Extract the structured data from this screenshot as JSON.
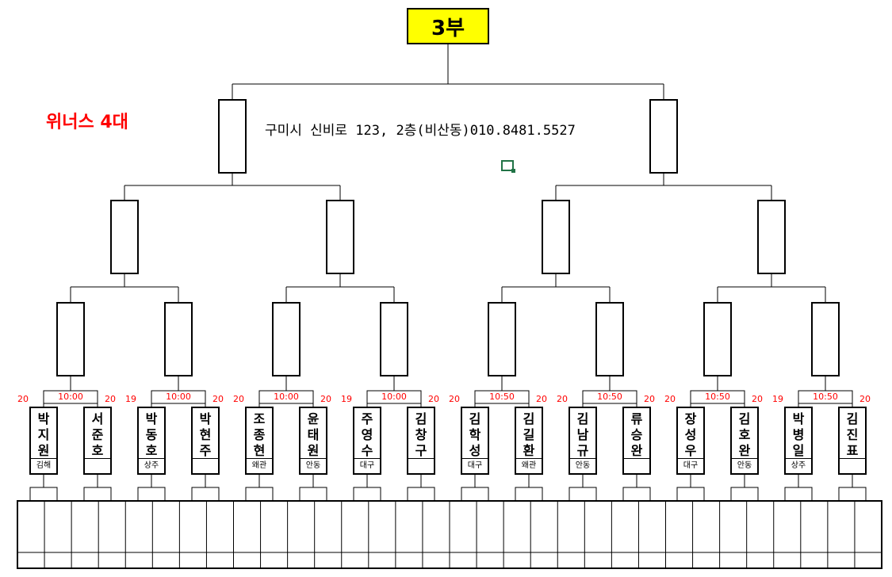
{
  "title": "3부",
  "sponsor": "위너스 4대",
  "address": "구미시 신비로 123, 2층(비산동)010.8481.5527",
  "colors": {
    "title_bg": "#ffff00",
    "sponsor": "#ff0000",
    "seed": "#ff0000",
    "cursor": "#217346"
  },
  "matches": [
    {
      "time": "10:00",
      "left": {
        "name": "박지원",
        "region": "김해",
        "seed": "20"
      },
      "right": {
        "name": "서준호",
        "region": "",
        "seed": "20"
      }
    },
    {
      "time": "10:00",
      "left": {
        "name": "박동호",
        "region": "상주",
        "seed": "19"
      },
      "right": {
        "name": "박현주",
        "region": "",
        "seed": "20"
      }
    },
    {
      "time": "10:00",
      "left": {
        "name": "조종현",
        "region": "왜관",
        "seed": "20"
      },
      "right": {
        "name": "윤태원",
        "region": "안동",
        "seed": "20"
      }
    },
    {
      "time": "10:00",
      "left": {
        "name": "주영수",
        "region": "대구",
        "seed": "19"
      },
      "right": {
        "name": "김창구",
        "region": "",
        "seed": "20"
      }
    },
    {
      "time": "10:50",
      "left": {
        "name": "김학성",
        "region": "대구",
        "seed": "20"
      },
      "right": {
        "name": "김길환",
        "region": "왜관",
        "seed": "20"
      }
    },
    {
      "time": "10:50",
      "left": {
        "name": "김남규",
        "region": "안동",
        "seed": "20"
      },
      "right": {
        "name": "류승완",
        "region": "",
        "seed": "20"
      }
    },
    {
      "time": "10:50",
      "left": {
        "name": "장성우",
        "region": "대구",
        "seed": "20"
      },
      "right": {
        "name": "김호완",
        "region": "안동",
        "seed": "20"
      }
    },
    {
      "time": "10:50",
      "left": {
        "name": "박병일",
        "region": "상주",
        "seed": "19"
      },
      "right": {
        "name": "김진표",
        "region": "",
        "seed": "20"
      }
    }
  ]
}
